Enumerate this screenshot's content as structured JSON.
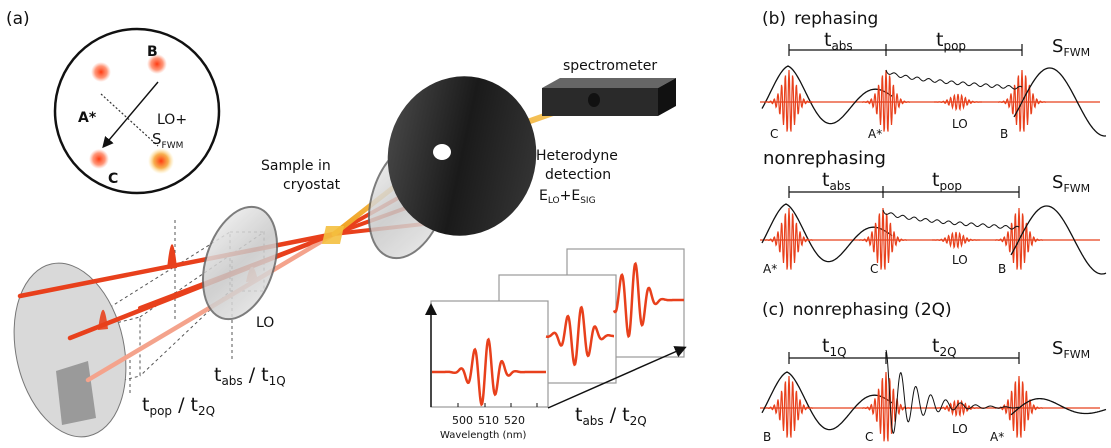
{
  "panel_a": {
    "label": "(a)",
    "circle_inset": {
      "spot_b": "B",
      "spot_a": "A*",
      "spot_c": "C",
      "lo_sfwm_line1": "LO+",
      "lo_sfwm_s": "S",
      "lo_sfwm_sub": "FWM"
    },
    "spectrometer": "spectrometer",
    "sample_line1": "Sample in",
    "sample_line2": "cryostat",
    "heterodyne_line1": "Heterodyne",
    "heterodyne_line2": "detection",
    "heterodyne_e1": "E",
    "heterodyne_e1_sub": "LO",
    "heterodyne_plus": "+E",
    "heterodyne_e2_sub": "SIG",
    "lo_beam": "LO",
    "tabs_t": "t",
    "tabs_sub": "abs",
    "tabs_sep": " / t",
    "t1q_sub": "1Q",
    "tpop_t": "t",
    "tpop_sub": "pop",
    "tpop_sep": " / t",
    "t2q_sub": "2Q",
    "spectra_axis_t": "t",
    "spectra_axis_sub": "abs",
    "spectra_axis_sep": " / t",
    "spectra_axis_sub2": "2Q",
    "ticks": [
      "500",
      "510",
      "520"
    ],
    "xlabel": "Wavelength (nm)"
  },
  "panel_b": {
    "label": "(b)",
    "title": "rephasing",
    "t1": "t",
    "t1_sub": "abs",
    "t2": "t",
    "t2_sub": "pop",
    "s": "S",
    "s_sub": "FWM",
    "pulses": [
      "C",
      "A*",
      "LO",
      "B"
    ]
  },
  "panel_b2": {
    "title": "nonrephasing",
    "t1": "t",
    "t1_sub": "abs",
    "t2": "t",
    "t2_sub": "pop",
    "s": "S",
    "s_sub": "FWM",
    "pulses": [
      "A*",
      "C",
      "LO",
      "B"
    ]
  },
  "panel_c": {
    "label": "(c)",
    "title": "nonrephasing (2Q)",
    "t1": "t",
    "t1_sub": "1Q",
    "t2": "t",
    "t2_sub": "2Q",
    "s": "S",
    "s_sub": "FWM",
    "pulses": [
      "B",
      "C",
      "LO",
      "A*"
    ]
  },
  "colors": {
    "beam": "#e8401c",
    "beam_light": "#f4a38c",
    "signal": "#f0a020",
    "disk_dark": "#1e1e1e",
    "ink": "#111111"
  }
}
